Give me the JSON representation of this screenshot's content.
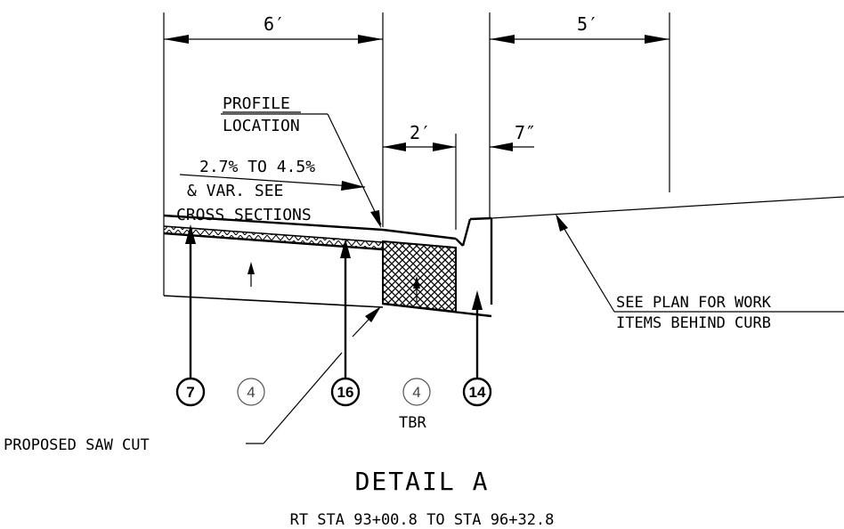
{
  "dimensions": {
    "six_ft": "6′",
    "five_ft": "5′",
    "two_ft": "2′",
    "seven_in": "7″"
  },
  "callouts": {
    "profile_line1": "PROFILE",
    "profile_line2": "LOCATION",
    "slope_line1": "2.7% TO 4.5%",
    "slope_line2": "& VAR. SEE",
    "slope_line3": "CROSS SECTIONS",
    "work_line1": "SEE PLAN FOR WORK",
    "work_line2": "ITEMS BEHIND CURB",
    "saw_cut": "PROPOSED SAW CUT",
    "tbr": "TBR"
  },
  "bubbles": [
    {
      "label": "7",
      "style": "bold"
    },
    {
      "label": "4",
      "style": "light"
    },
    {
      "label": "16",
      "style": "bold"
    },
    {
      "label": "4",
      "style": "light"
    },
    {
      "label": "14",
      "style": "bold"
    }
  ],
  "title": {
    "main": "DETAIL A",
    "sub": "RT STA 93+00.8 TO STA 96+32.8"
  }
}
